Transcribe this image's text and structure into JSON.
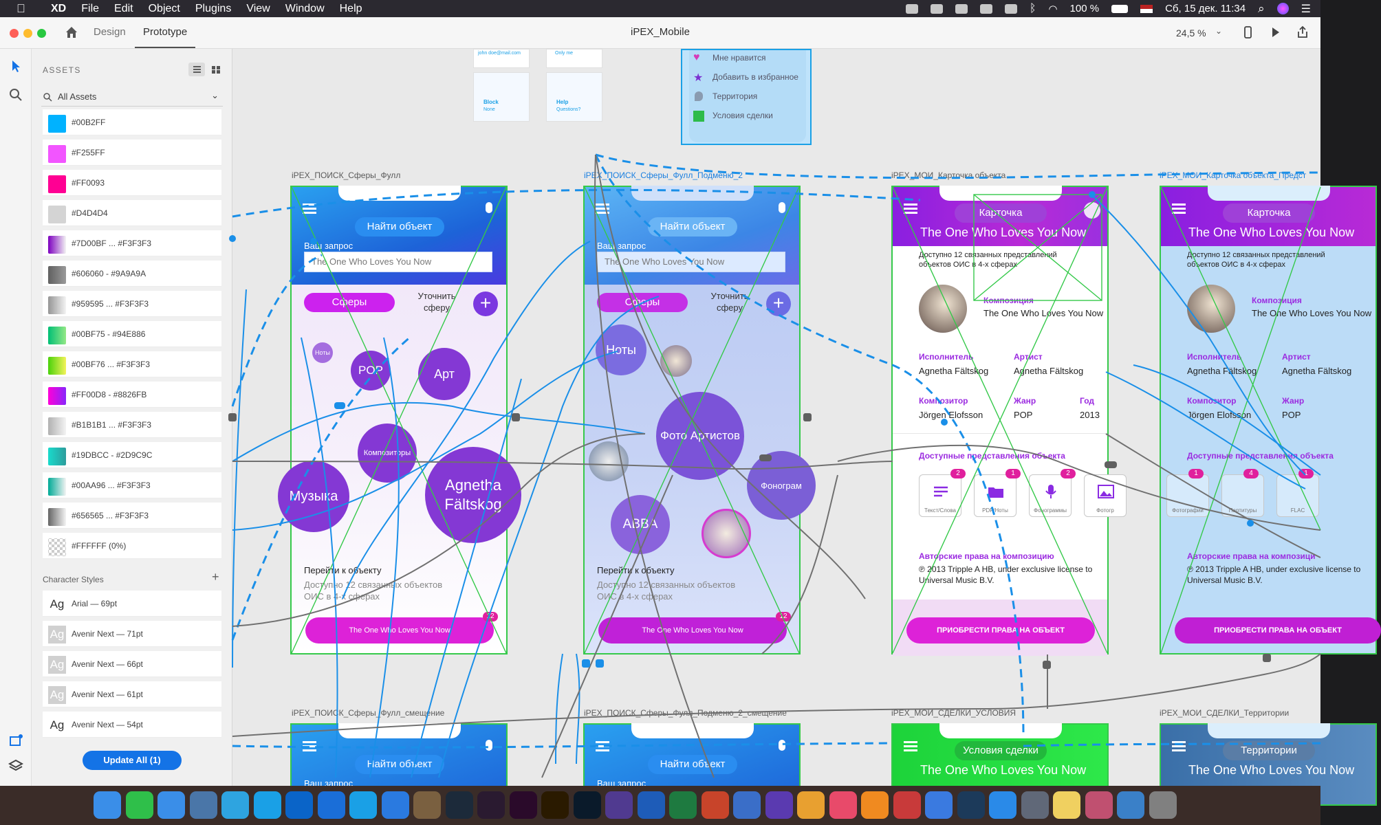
{
  "menubar": {
    "app": "XD",
    "items": [
      "File",
      "Edit",
      "Object",
      "Plugins",
      "View",
      "Window",
      "Help"
    ],
    "battery": "100 %",
    "datetime": "Сб, 15 дек.  11:34"
  },
  "titlebar": {
    "tabs": [
      "Design",
      "Prototype"
    ],
    "active_tab": "Prototype",
    "document": "iPEX_Mobile",
    "zoom": "24,5 %"
  },
  "assets": {
    "title": "ASSETS",
    "filter": "All Assets",
    "colors": [
      {
        "label": "#00B2FF",
        "fill": "#00B2FF"
      },
      {
        "label": "#F255FF",
        "fill": "#F255FF"
      },
      {
        "label": "#FF0093",
        "fill": "#FF0093"
      },
      {
        "label": "#D4D4D4",
        "fill": "#D4D4D4"
      },
      {
        "label": "#7D00BF ... #F3F3F3",
        "fill": "linear-gradient(90deg,#7D00BF,#F3F3F3)"
      },
      {
        "label": "#606060 - #9A9A9A",
        "fill": "linear-gradient(90deg,#606060,#9A9A9A)"
      },
      {
        "label": "#959595 ... #F3F3F3",
        "fill": "linear-gradient(90deg,#959595,#F3F3F3)"
      },
      {
        "label": "#00BF75 - #94E886",
        "fill": "linear-gradient(90deg,#00BF75,#94E886)"
      },
      {
        "label": "#00BF76 ... #F3F3F3",
        "fill": "linear-gradient(90deg,#4ad20a,#F3F35a)"
      },
      {
        "label": "#FF00D8 - #8826FB",
        "fill": "linear-gradient(90deg,#FF00D8,#8826FB)"
      },
      {
        "label": "#B1B1B1 ... #F3F3F3",
        "fill": "linear-gradient(90deg,#B1B1B1,#F3F3F3)"
      },
      {
        "label": "#19DBCC - #2D9C9C",
        "fill": "linear-gradient(90deg,#19DBCC,#2D9C9C)"
      },
      {
        "label": "#00AA96 ... #F3F3F3",
        "fill": "linear-gradient(90deg,#00AA96,#F3F3F3)"
      },
      {
        "label": "#656565 ... #F3F3F3",
        "fill": "linear-gradient(90deg,#656565,#F3F3F3)"
      },
      {
        "label": "#FFFFFF (0%)",
        "fill": "transparent"
      }
    ],
    "character_styles_title": "Character Styles",
    "character_styles": [
      {
        "icon": "Ag",
        "label": "Arial — 69pt"
      },
      {
        "icon": "Ag",
        "label": "Avenir Next — 71pt"
      },
      {
        "icon": "Ag",
        "label": "Avenir Next — 66pt"
      },
      {
        "icon": "Ag",
        "label": "Avenir Next — 61pt"
      },
      {
        "icon": "Ag",
        "label": "Avenir Next — 54pt"
      }
    ],
    "update_button": "Update All (1)"
  },
  "canvas": {
    "top_tiles": {
      "email": "john doe@mail.com",
      "only_me": "Only me",
      "block_title": "Block",
      "block_sub": "None",
      "help_title": "Help",
      "help_sub": "Questions?"
    },
    "menu_popup": [
      "Мне нравится",
      "Добавить в избранное",
      "Территория",
      "Условия сделки"
    ],
    "artboards": {
      "a1": "iPEX_ПОИСК_Сферы_Фулл",
      "a2": "iPEX_ПОИСК_Сферы_Фулл_Подменю_2",
      "a3": "iPEX_МОИ_Карточка объекта",
      "a4": "iPEX_МОИ_Карточка объекта_Предст",
      "b1": "iPEX_ПОИСК_Сферы_Фулл_смещение",
      "b2": "iPEX_ПОИСК_Сферы_Фулл_Подменю_2_смещение",
      "b3": "iPEX_МОИ_СДЕЛКИ_УСЛОВИЯ",
      "b4": "iPEX_МОИ_СДЕЛКИ_Территории"
    },
    "search": {
      "find": "Найти объект",
      "query_label": "Ваш запрос",
      "query": "The One Who Loves You Now",
      "spheres": "Сферы",
      "refine": "Уточнить сферу",
      "goto": "Перейти к объекту",
      "sub": "Доступно 12 связанных объектов ОИС в 4-х сферах",
      "cta": "The One Who Loves You Now",
      "badge": "12",
      "bubbles1": [
        "Ноты",
        "POP",
        "Арт",
        "Композиторы",
        "Музыка",
        "Agnetha Fältskog"
      ],
      "bubbles2": [
        "Ноты",
        "Фото Артистов",
        "ABBA",
        "Фонограм"
      ]
    },
    "card": {
      "pill": "Карточка",
      "title": "The One Who Loves You Now",
      "avail": "Доступно 12 связанных представлений объектов ОИС в 4-х сферах",
      "composition_label": "Композиция",
      "composition": "The One Who Loves You Now",
      "performer_label": "Исполнитель",
      "performer": "Agnetha Fältskog",
      "artist_label": "Артист",
      "artist": "Agnetha Fältskog",
      "composer_label": "Композитор",
      "composer": "Jörgen Elofsson",
      "genre_label": "Жанр",
      "genre": "POP",
      "year_label": "Год",
      "year": "2013",
      "reps_label": "Доступные представления объекта",
      "tiles": [
        {
          "cap": "Текст/Слова",
          "badge": "2"
        },
        {
          "cap": "PDF/Ноты",
          "badge": "1"
        },
        {
          "cap": "Фонограммы",
          "badge": "2"
        },
        {
          "cap": "Фотогр",
          "badge": ""
        }
      ],
      "rights_label": "Авторские права на композицию",
      "rights": "℗ 2013 Tripple A HB, under exclusive license to Universal Music B.V.",
      "cta": "ПРИОБРЕСТИ ПРАВА НА ОБЪЕКТ"
    },
    "card2": {
      "avail": "Доступно 12 связанных представлений объектов ОИС в 4-х сферах",
      "composition": "The One Who Loves You Now",
      "composition_label": "Композиция",
      "tiles": [
        "Фотографии",
        "Партитуры",
        "FLAC"
      ],
      "badges": [
        "1",
        "4",
        "1"
      ],
      "cta": "ПРИОБРЕСТИ ПРАВА НА ОБЪЕКТ",
      "rights_label": "Авторские права на композици",
      "rights": "℗ 2013 Tripple A HB, under exclusive license to Universal Music B.V."
    },
    "bottom": {
      "find": "Найти объект",
      "query_label": "Ваш запрос",
      "deal_pill": "Условия сделки",
      "terr_pill": "Территории",
      "title": "The One Who Loves You Now"
    }
  },
  "dock": [
    "Finder",
    "WhatsApp",
    "Messages",
    "VK",
    "Telegram",
    "Skype",
    "Outlook",
    "Trello",
    "Skype",
    "Safari",
    "Preview",
    "Lr",
    "Ru",
    "Xd",
    "Ai",
    "Ps",
    "N",
    "W",
    "X",
    "P",
    "Keynote",
    "iMovie",
    "Photos",
    "Music",
    "Books",
    "Parallels",
    "Xcode",
    "Compressor",
    "App Store",
    "System Preferences",
    "Stickies",
    "Photo",
    "Downloads",
    "Trash"
  ]
}
